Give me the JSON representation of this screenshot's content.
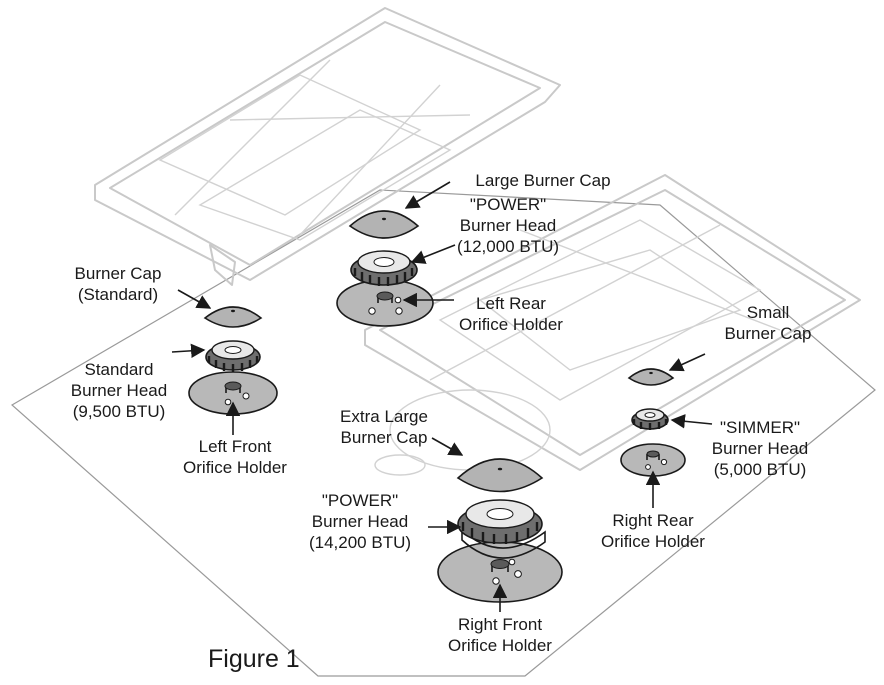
{
  "figure": {
    "caption": "Figure 1"
  },
  "labels": {
    "large_burner_cap": [
      "Large Burner Cap"
    ],
    "power_head_12000": [
      "\"POWER\"",
      "Burner Head",
      "(12,000 BTU)"
    ],
    "left_rear_orifice": [
      "Left Rear",
      "Orifice Holder"
    ],
    "burner_cap_standard": [
      "Burner Cap",
      "(Standard)"
    ],
    "standard_burner_head": [
      "Standard",
      "Burner Head",
      "(9,500 BTU)"
    ],
    "left_front_orifice": [
      "Left Front",
      "Orifice Holder"
    ],
    "small_burner_cap": [
      "Small",
      "Burner Cap"
    ],
    "simmer_head": [
      "\"SIMMER\"",
      "Burner Head",
      "(5,000 BTU)"
    ],
    "right_rear_orifice": [
      "Right Rear",
      "Orifice Holder"
    ],
    "extra_large_burner_cap": [
      "Extra Large",
      "Burner Cap"
    ],
    "power_head_14200": [
      "\"POWER\"",
      "Burner Head",
      "(14,200 BTU)"
    ],
    "right_front_orifice": [
      "Right Front",
      "Orifice Holder"
    ]
  },
  "colors": {
    "ink": "#1a1a1a",
    "part_fill": "#b3b3b3",
    "grate_outline": "#c9c9c9"
  }
}
